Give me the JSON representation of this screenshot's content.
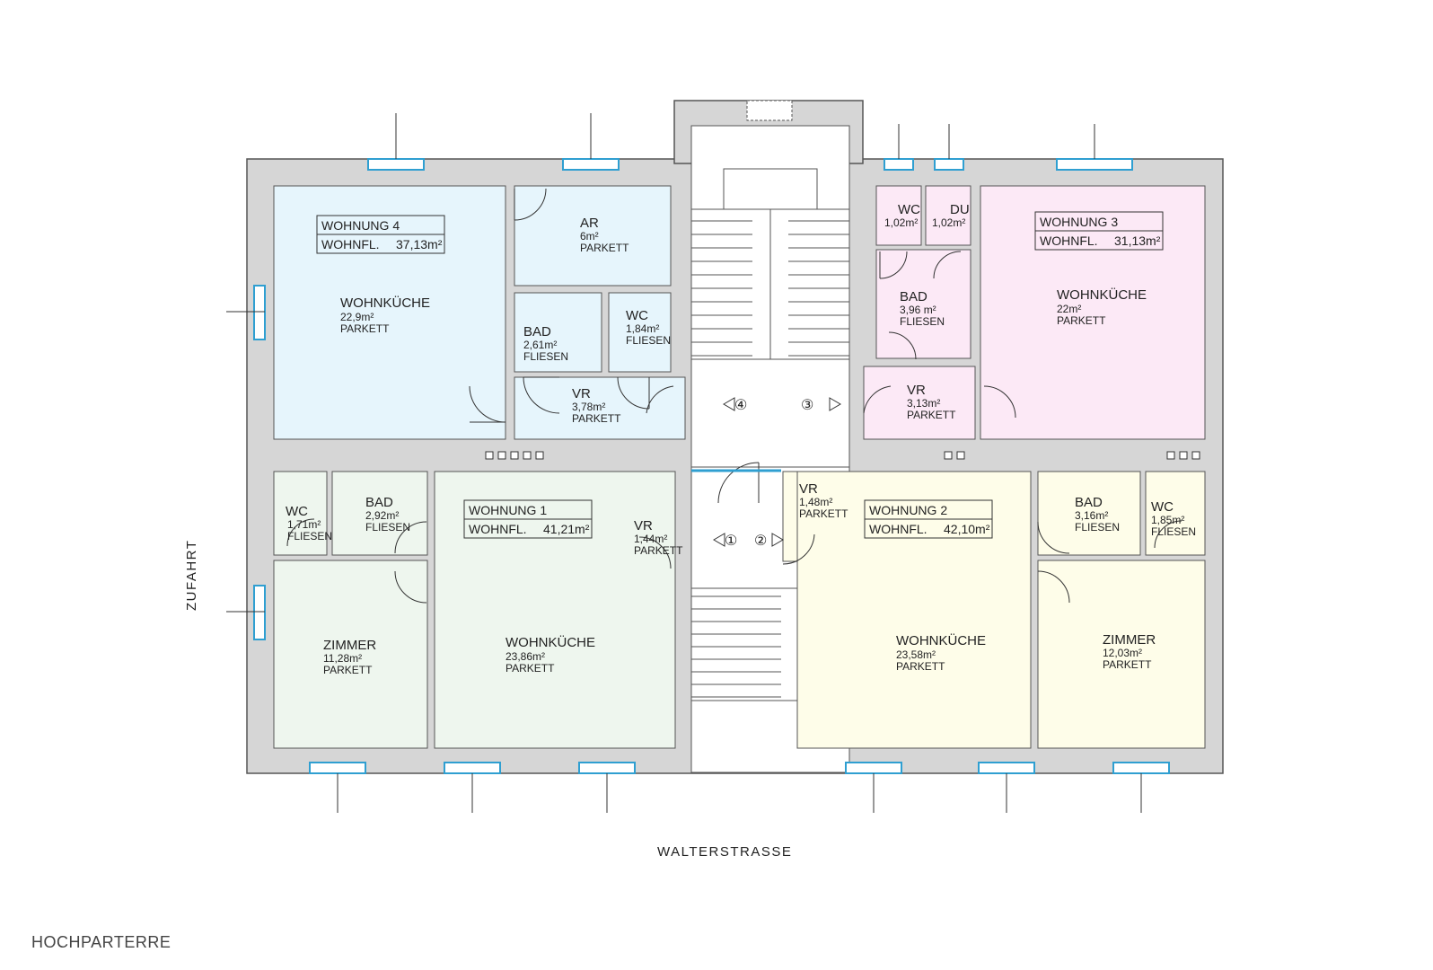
{
  "floor_label": "HOCHPARTERRE",
  "street_label": "WALTERSTRASSE",
  "access_label": "ZUFAHRT",
  "colors": {
    "wall": "#d6d6d6",
    "wall_stroke": "#555555",
    "unit1": "#eef6ee",
    "unit2": "#fefde9",
    "unit3": "#fce9f6",
    "unit4": "#e6f5fc",
    "window": "#2f9fd1"
  },
  "units": {
    "u4": {
      "name": "WOHNUNG 4",
      "area_label": "WOHNFL.",
      "area": "37,13m²"
    },
    "u3": {
      "name": "WOHNUNG 3",
      "area_label": "WOHNFL.",
      "area": "31,13m²"
    },
    "u1": {
      "name": "WOHNUNG 1",
      "area_label": "WOHNFL.",
      "area": "41,21m²"
    },
    "u2": {
      "name": "WOHNUNG 2",
      "area_label": "WOHNFL.",
      "area": "42,10m²"
    }
  },
  "rooms": {
    "u4_wohnkueche": {
      "name": "WOHNKÜCHE",
      "area": "22,9m²",
      "floor": "PARKETT"
    },
    "u4_ar": {
      "name": "AR",
      "area": "6m²",
      "floor": "PARKETT"
    },
    "u4_bad": {
      "name": "BAD",
      "area": "2,61m²",
      "floor": "FLIESEN"
    },
    "u4_wc": {
      "name": "WC",
      "area": "1,84m²",
      "floor": "FLIESEN"
    },
    "u4_vr": {
      "name": "VR",
      "area": "3,78m²",
      "floor": "PARKETT"
    },
    "u3_wc": {
      "name": "WC",
      "area": "1,02m²"
    },
    "u3_du": {
      "name": "DU",
      "area": "1,02m²"
    },
    "u3_bad": {
      "name": "BAD",
      "area": "3,96 m²",
      "floor": "FLIESEN"
    },
    "u3_vr": {
      "name": "VR",
      "area": "3,13m²",
      "floor": "PARKETT"
    },
    "u3_wohnkueche": {
      "name": "WOHNKÜCHE",
      "area": "22m²",
      "floor": "PARKETT"
    },
    "u1_wc": {
      "name": "WC",
      "area": "1,71m²",
      "floor": "FLIESEN"
    },
    "u1_bad": {
      "name": "BAD",
      "area": "2,92m²",
      "floor": "FLIESEN"
    },
    "u1_vr": {
      "name": "VR",
      "area": "1,44m²",
      "floor": "PARKETT"
    },
    "u1_zimmer": {
      "name": "ZIMMER",
      "area": "11,28m²",
      "floor": "PARKETT"
    },
    "u1_wohnkueche": {
      "name": "WOHNKÜCHE",
      "area": "23,86m²",
      "floor": "PARKETT"
    },
    "u2_vr": {
      "name": "VR",
      "area": "1,48m²",
      "floor": "PARKETT"
    },
    "u2_bad": {
      "name": "BAD",
      "area": "3,16m²",
      "floor": "FLIESEN"
    },
    "u2_wc": {
      "name": "WC",
      "area": "1,85m²",
      "floor": "FLIESEN"
    },
    "u2_wohnkueche": {
      "name": "WOHNKÜCHE",
      "area": "23,58m²",
      "floor": "PARKETT"
    },
    "u2_zimmer": {
      "name": "ZIMMER",
      "area": "12,03m²",
      "floor": "PARKETT"
    }
  },
  "door_numbers": {
    "d1": "①",
    "d2": "②",
    "d3": "③",
    "d4": "④"
  }
}
